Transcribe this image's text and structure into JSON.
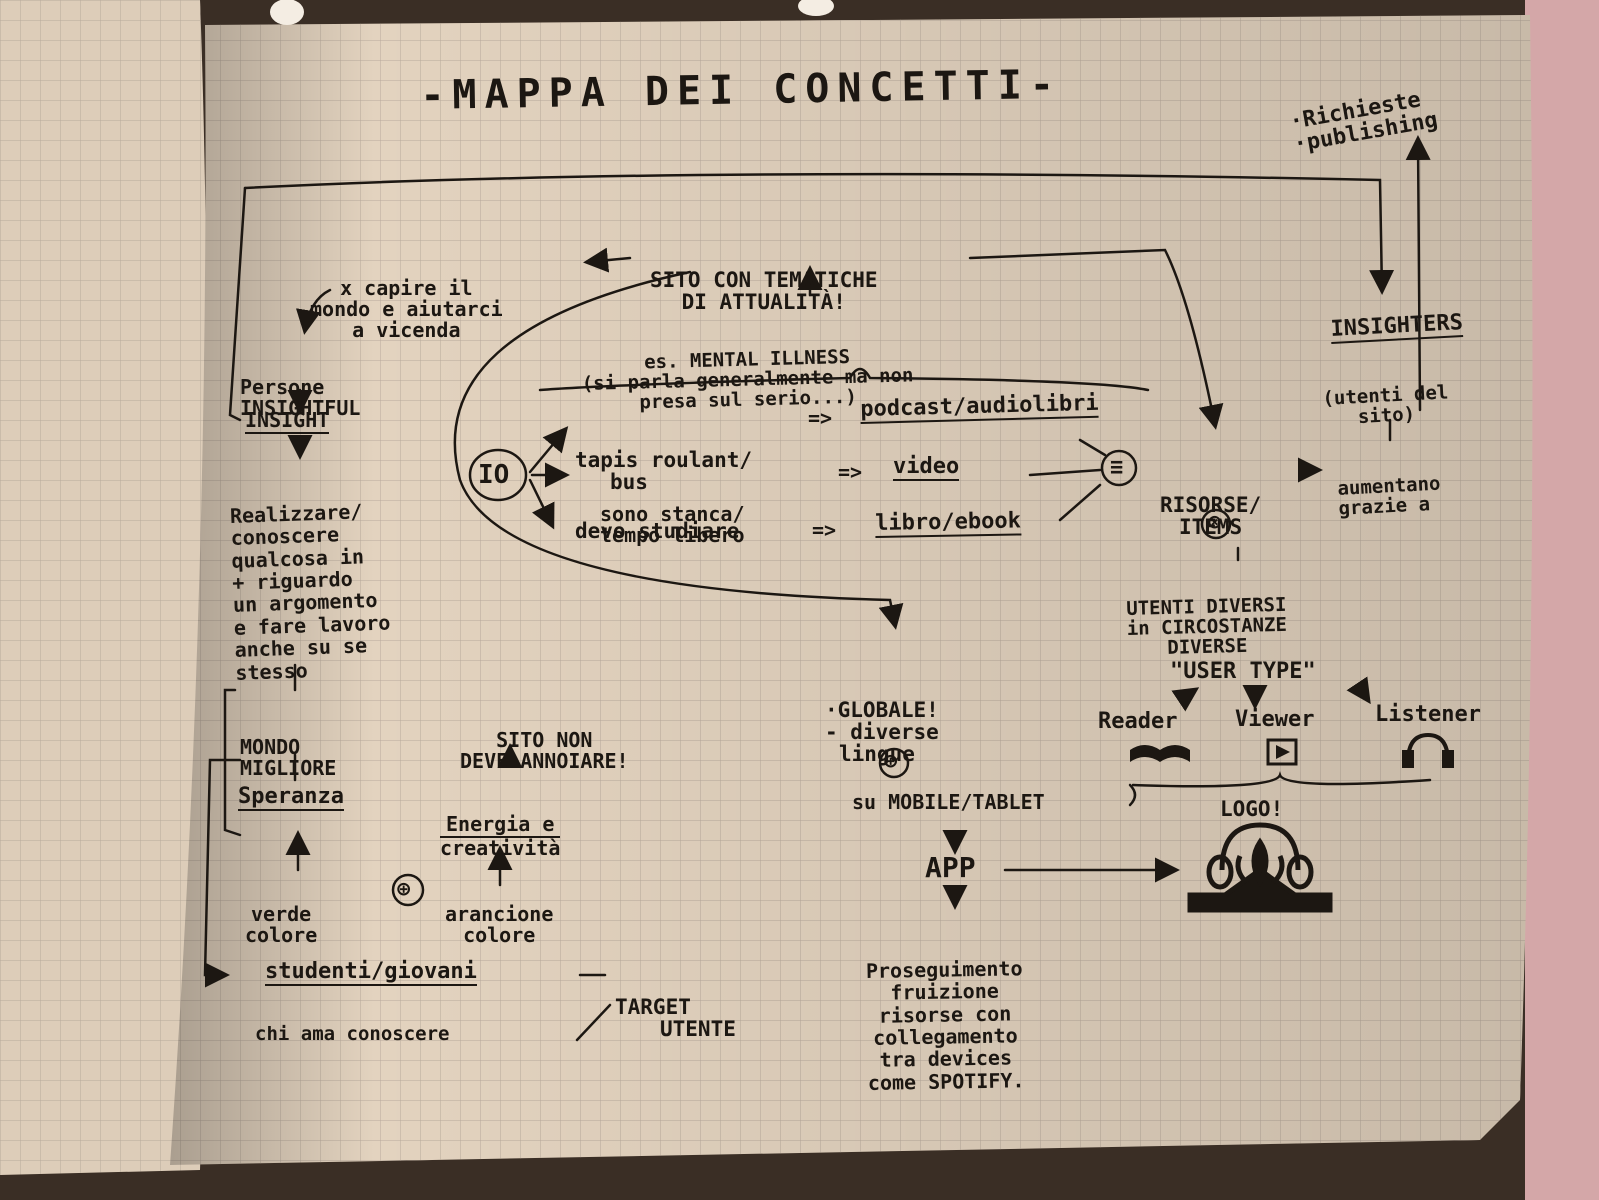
{
  "title": "-MAPPA DEI CONCETTI-",
  "top_right": [
    "·Richieste",
    "·publishing"
  ],
  "insighters": {
    "label": "INSIGHTERS",
    "sub": [
      "(utenti del",
      "sito)"
    ]
  },
  "sito": [
    "SITO CON TEMATICHE",
    "DI ATTUALITÀ!"
  ],
  "capire": [
    "x capire il",
    "mondo e aiutarci",
    "a vicenda"
  ],
  "persone": [
    "Persone",
    "INSIGHTFUL"
  ],
  "insight": "INSIGHT",
  "realizzare": [
    "Realizzare/",
    "conoscere",
    "qualcosa in",
    "+ riguardo",
    "un argomento",
    "e fare lavoro",
    "anche su se",
    "stesso"
  ],
  "mental": [
    "es. MENTAL ILLNESS",
    "(si parla generalmente ma non",
    "presa sul serio...)"
  ],
  "io": "IO",
  "path1": [
    "tapis roulant/",
    "bus"
  ],
  "media1": "podcast/audiolibri",
  "path2": [
    "sono stanca/",
    "tempo libero"
  ],
  "media2": "video",
  "path3": "devo studiare",
  "media3": "libro/ebook",
  "arrow_sym": "=>",
  "equiv_sym": "≡",
  "times_sym": "⊗",
  "plus_sym": "⊕",
  "risorse": [
    "RISORSE/",
    "ITEMS"
  ],
  "aumentano": [
    "aumentano",
    "grazie a"
  ],
  "utenti": [
    "UTENTI DIVERSI",
    "in CIRCOSTANZE",
    "DIVERSE"
  ],
  "user_type": "\"USER TYPE\"",
  "types": [
    "Reader",
    "Viewer",
    "Listener"
  ],
  "globale": [
    "·GLOBALE!",
    "- diverse",
    "lingue"
  ],
  "mobile": "su MOBILE/TABLET",
  "app": "APP",
  "logo": "LOGO!",
  "prosegui": [
    "Proseguimento",
    "fruizione",
    "risorse con",
    "collegamento",
    "tra devices",
    "come SPOTIFY."
  ],
  "mondo": [
    "MONDO",
    "MIGLIORE"
  ],
  "speranza": "Speranza",
  "sito_non": [
    "SITO NON",
    "DEVE ANNOIARE!"
  ],
  "energia": [
    "Energia e",
    "creatività"
  ],
  "verde": [
    "verde",
    "colore"
  ],
  "arancione": [
    "arancione",
    "colore"
  ],
  "studenti": "studenti/giovani",
  "target": [
    "TARGET",
    "UTENTE"
  ],
  "chi_ama": "chi ama conoscere",
  "colors": {
    "paper": "#e3d3bf",
    "grid": "#b8aa9c",
    "ink": "#1c1712",
    "background": "#3a2e25"
  }
}
